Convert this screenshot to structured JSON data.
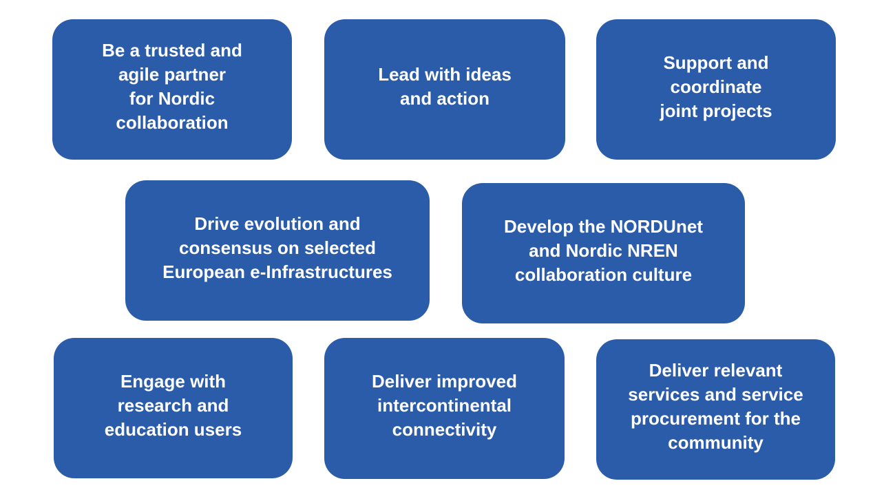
{
  "diagram": {
    "description": "Eight blue rounded-rectangle goal statements arranged in three rows (3 / 2 / 3)",
    "box_color": "#2b5caa",
    "text_color": "#ffffff",
    "background_color": "#ffffff",
    "boxes": [
      {
        "label": "Be a trusted and\nagile partner\nfor Nordic\ncollaboration"
      },
      {
        "label": "Lead with ideas\nand action"
      },
      {
        "label": "Support and\ncoordinate\njoint projects"
      },
      {
        "label": "Drive evolution and\nconsensus on selected\nEuropean e-Infrastructures"
      },
      {
        "label": "Develop the NORDUnet\nand Nordic NREN\ncollaboration culture"
      },
      {
        "label": "Engage with\nresearch and\neducation users"
      },
      {
        "label": "Deliver improved\nintercontinental\nconnectivity"
      },
      {
        "label": "Deliver relevant\nservices and service\nprocurement for the\ncommunity"
      }
    ]
  }
}
